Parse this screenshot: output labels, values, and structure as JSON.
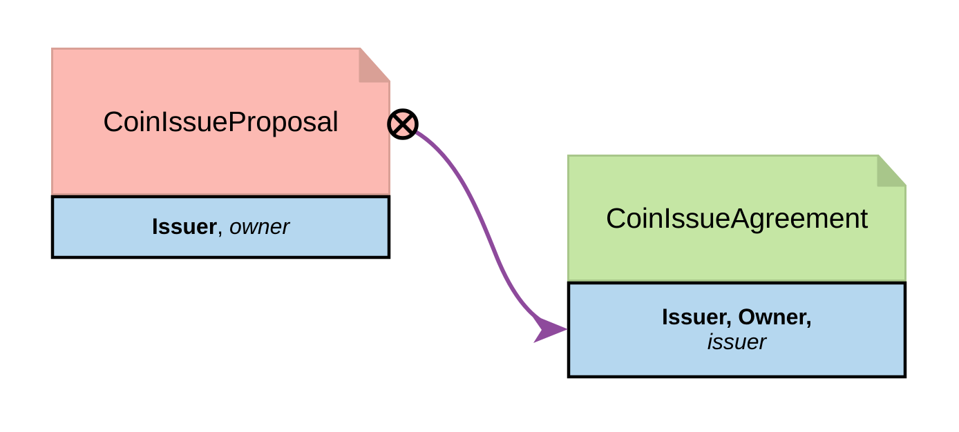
{
  "diagram": {
    "type": "uml-artifact-relationship",
    "background_color": "#ffffff",
    "connector_color": "#8e4a9c",
    "border_color": "#000000"
  },
  "nodes": [
    {
      "id": "coin-issue-proposal",
      "title": "CoinIssueProposal",
      "body_fill": "#fcb9b2",
      "body_fold_fill": "#d9a096",
      "body_border": "#d9a096",
      "compartment_fill": "#b5d7ef",
      "compartment_border": "#000000",
      "roles": {
        "bold": "Issuer",
        "separator": ", ",
        "italic": "owner"
      }
    },
    {
      "id": "coin-issue-agreement",
      "title": "CoinIssueAgreement",
      "body_fill": "#c5e6a4",
      "body_fold_fill": "#a8c68a",
      "body_border": "#a8c68a",
      "compartment_fill": "#b5d7ef",
      "compartment_border": "#000000",
      "roles": {
        "bold": "Issuer, Owner,",
        "separator": "",
        "italic": "issuer"
      }
    }
  ],
  "connector": {
    "source_marker": "circle-cross",
    "source_node": "coin-issue-proposal",
    "target_node": "coin-issue-agreement",
    "target_marker": "filled-arrow",
    "color": "#8e4a9c",
    "stroke_width": 6
  }
}
